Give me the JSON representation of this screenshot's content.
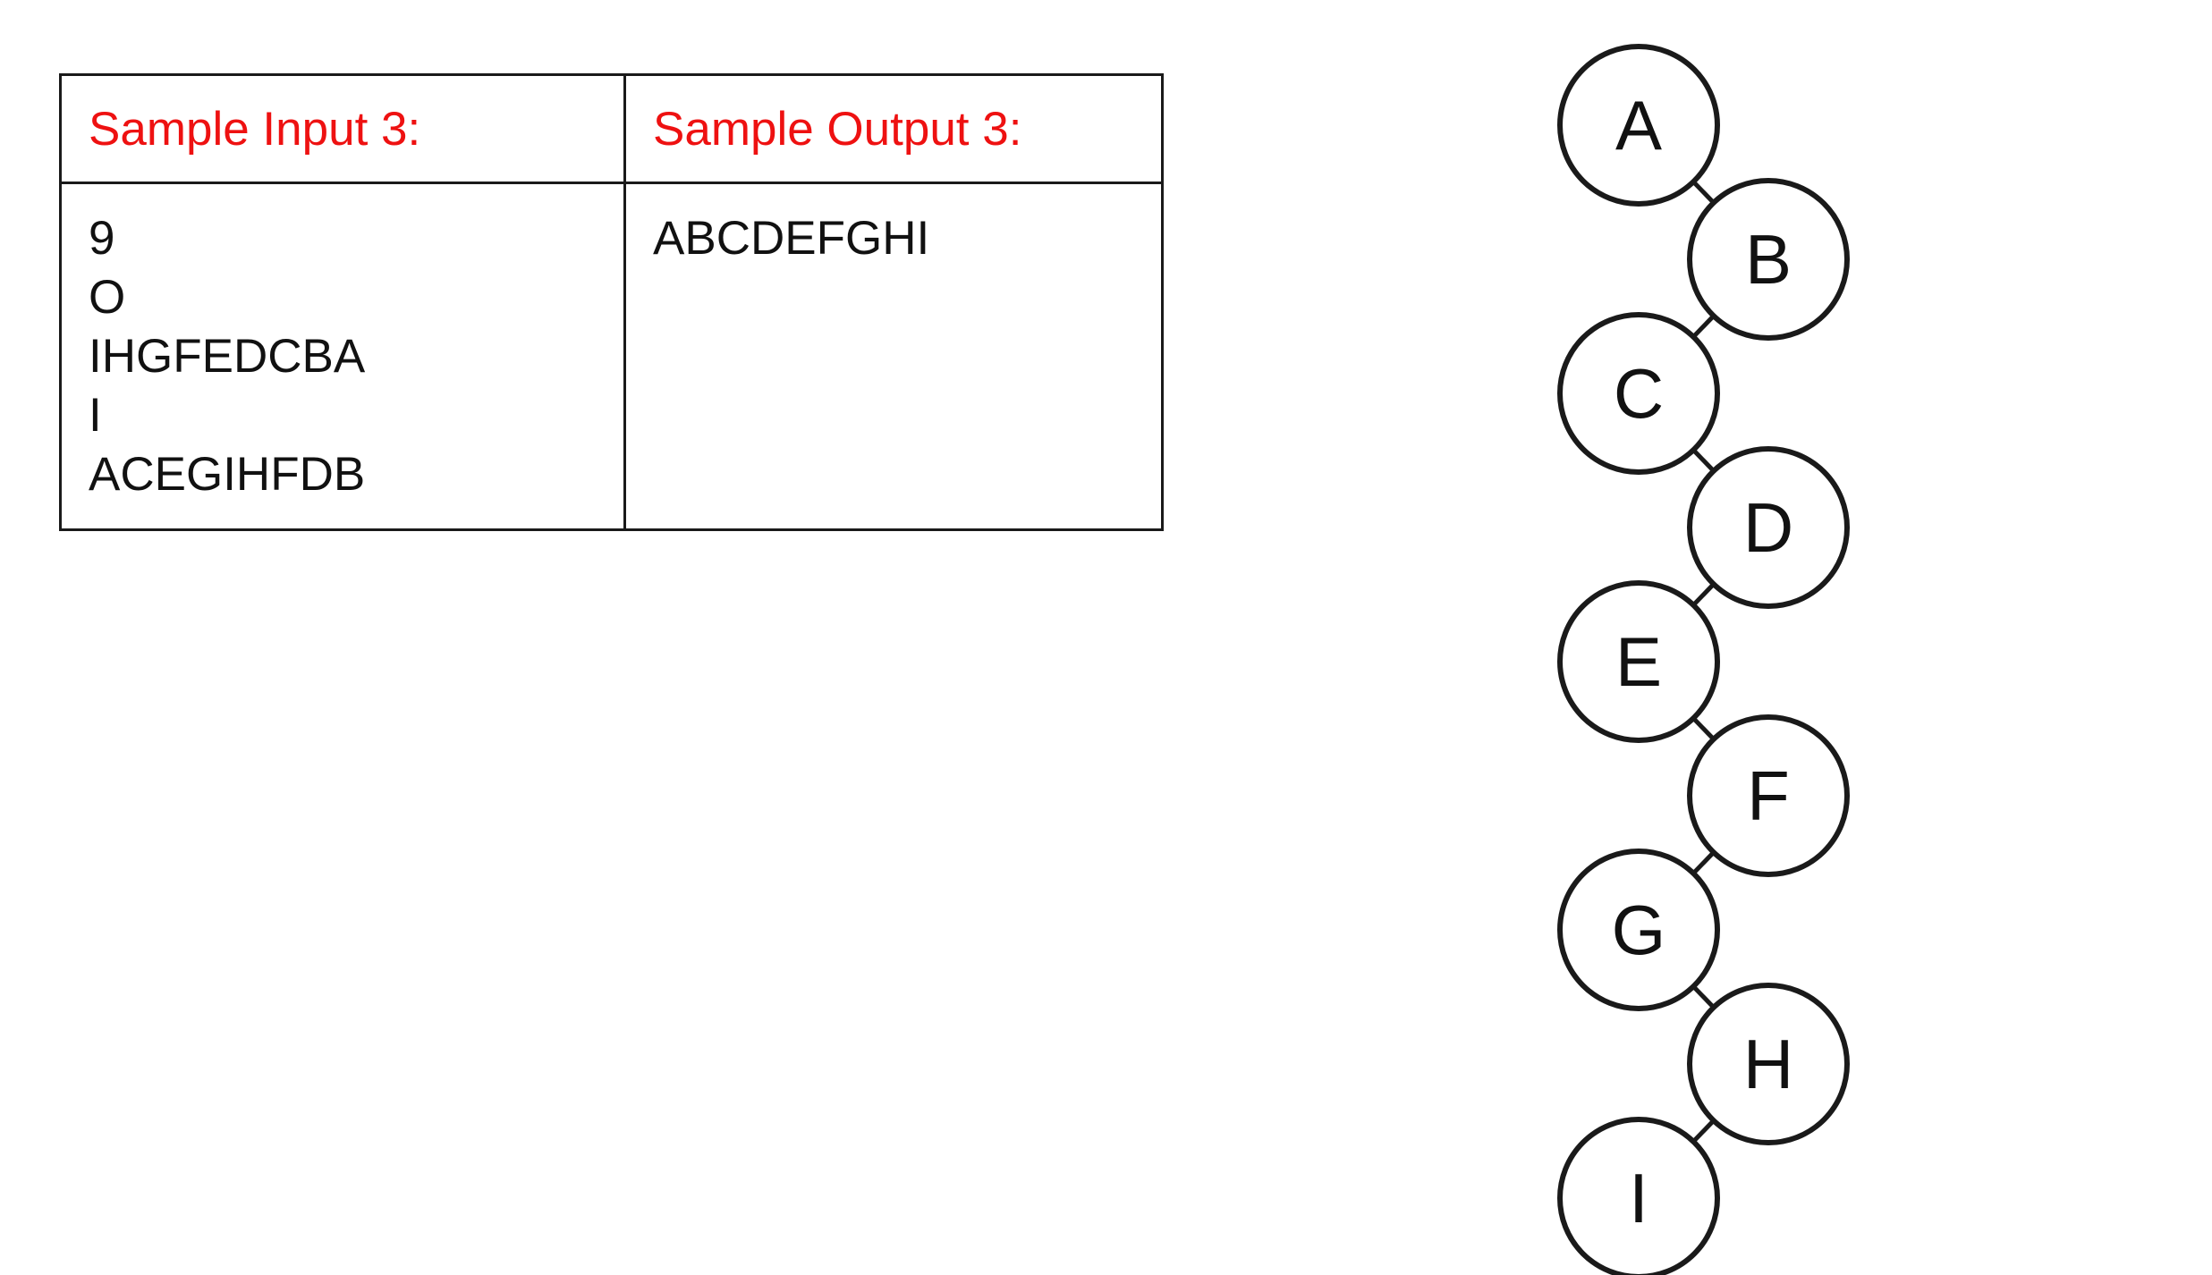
{
  "sample_table": {
    "input_header": "Sample Input 3:",
    "output_header": "Sample Output 3:",
    "input_lines": [
      "9",
      "O",
      "IHGFEDCBA",
      "I",
      "ACEGIHFDB"
    ],
    "output_lines": [
      "ABCDEFGHI"
    ],
    "header_color": "#ee1111"
  },
  "tree": {
    "nodes": [
      "A",
      "B",
      "C",
      "D",
      "E",
      "F",
      "G",
      "H",
      "I"
    ],
    "edges": [
      [
        "A",
        "B"
      ],
      [
        "B",
        "C"
      ],
      [
        "C",
        "D"
      ],
      [
        "D",
        "E"
      ],
      [
        "E",
        "F"
      ],
      [
        "F",
        "G"
      ],
      [
        "G",
        "H"
      ],
      [
        "H",
        "I"
      ]
    ]
  }
}
